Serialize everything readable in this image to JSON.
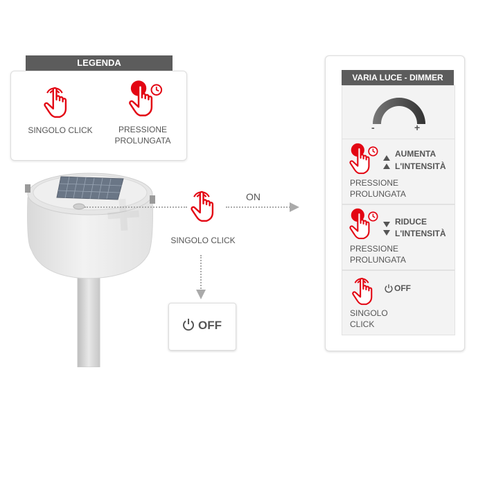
{
  "legend": {
    "title": "LEGENDA",
    "single_click": "SINGOLO CLICK",
    "long_press_line1": "PRESSIONE",
    "long_press_line2": "PROLUNGATA"
  },
  "flow": {
    "single_click_label": "SINGOLO CLICK",
    "on_label": "ON",
    "off_label": "OFF"
  },
  "dimmer": {
    "title": "VARIA LUCE - DIMMER",
    "minus": "-",
    "plus": "+",
    "increase": {
      "action_line1": "AUMENTA",
      "action_line2": "L'INTENSITÀ",
      "gesture_line1": "PRESSIONE",
      "gesture_line2": "PROLUNGATA"
    },
    "decrease": {
      "action_line1": "RIDUCE",
      "action_line2": "L'INTENSITÀ",
      "gesture_line1": "PRESSIONE",
      "gesture_line2": "PROLUNGATA"
    },
    "off": {
      "action": "OFF",
      "gesture_line1": "SINGOLO",
      "gesture_line2": "CLICK"
    }
  },
  "colors": {
    "accent_red": "#e30613",
    "header_gray": "#5c5c5c",
    "text_gray": "#555555",
    "cell_bg": "#f3f3f3"
  },
  "icons": [
    "hand-tap-icon",
    "hand-long-press-icon",
    "clock-icon",
    "power-icon",
    "arrow-up-icon",
    "arrow-down-icon",
    "dimmer-arc-icon",
    "solar-lamp-illustration"
  ]
}
